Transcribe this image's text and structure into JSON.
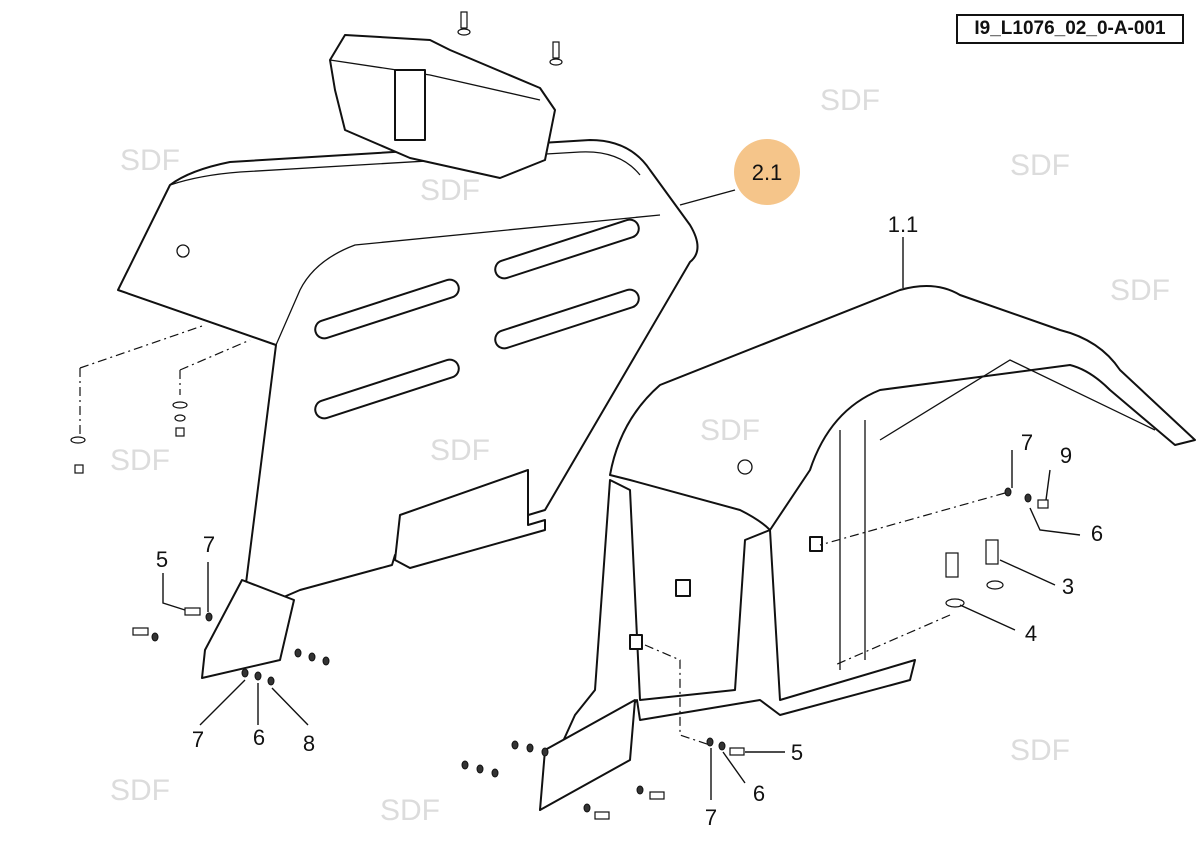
{
  "drawing_ref": "I9_L1076_02_0-A-001",
  "watermark": "SDF",
  "highlight_color": "#f5c58a",
  "callouts": [
    {
      "id": "2.1",
      "text": "2.1",
      "highlighted": true
    },
    {
      "id": "1.1",
      "text": "1.1"
    },
    {
      "id": "r7",
      "text": "7"
    },
    {
      "id": "r9",
      "text": "9"
    },
    {
      "id": "r6",
      "text": "6"
    },
    {
      "id": "r3",
      "text": "3"
    },
    {
      "id": "r4",
      "text": "4"
    },
    {
      "id": "l5",
      "text": "5"
    },
    {
      "id": "l7",
      "text": "7"
    },
    {
      "id": "lb7",
      "text": "7"
    },
    {
      "id": "lb6",
      "text": "6"
    },
    {
      "id": "lb8",
      "text": "8"
    },
    {
      "id": "b5",
      "text": "5"
    },
    {
      "id": "b6",
      "text": "6"
    },
    {
      "id": "b7",
      "text": "7"
    }
  ]
}
